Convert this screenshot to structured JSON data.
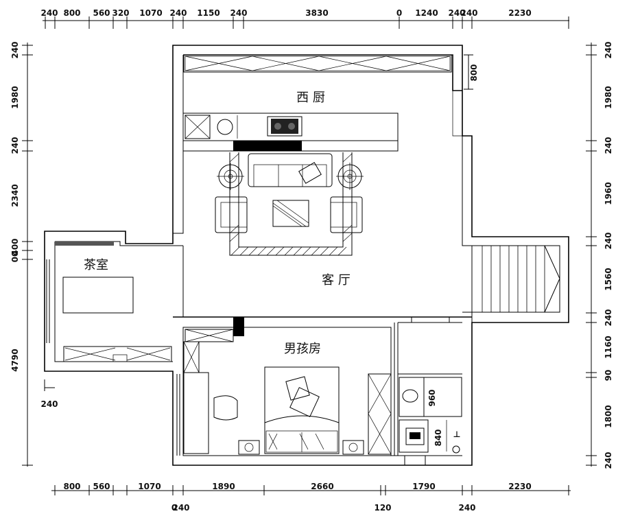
{
  "rooms": {
    "kitchen": "西 厨",
    "living": "客 厅",
    "tea": "茶室",
    "boy": "男孩房"
  },
  "dims": {
    "top": [
      "240",
      "800",
      "560",
      "320",
      "1070",
      "240",
      "1150",
      "240",
      "3830",
      "0",
      "1240",
      "240",
      "240",
      "2230"
    ],
    "bottom": [
      "800",
      "560",
      "1070",
      "1890",
      "2660",
      "1790",
      "2230"
    ],
    "bottom_lower": [
      "0",
      "240",
      "120",
      "240"
    ],
    "left": [
      "240",
      "1980",
      "240",
      "2340",
      "400",
      "00",
      "4790"
    ],
    "left_bottom": "240",
    "right": [
      "240",
      "1980",
      "240",
      "1960",
      "240",
      "1560",
      "240",
      "1160",
      "90",
      "1800",
      "240"
    ],
    "interior": [
      "800",
      "960",
      "840"
    ]
  }
}
